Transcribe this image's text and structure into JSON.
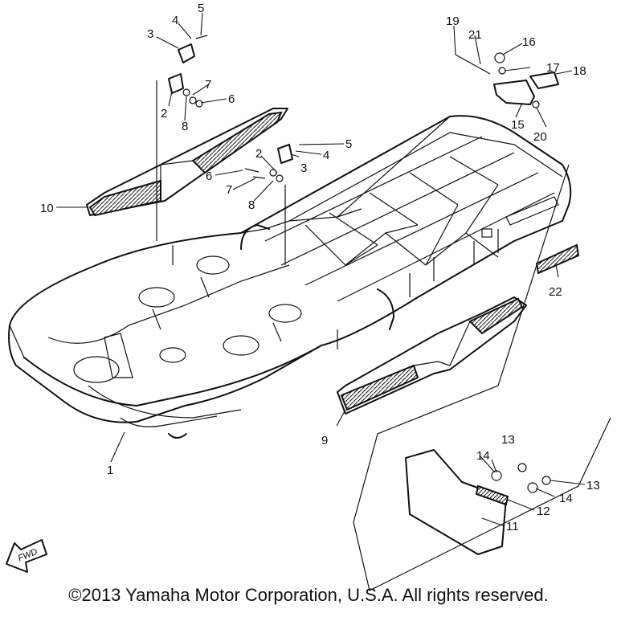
{
  "callouts": [
    {
      "id": "1",
      "label": "1"
    },
    {
      "id": "2a",
      "label": "2"
    },
    {
      "id": "3a",
      "label": "3"
    },
    {
      "id": "4a",
      "label": "4"
    },
    {
      "id": "5a",
      "label": "5"
    },
    {
      "id": "6a",
      "label": "6"
    },
    {
      "id": "7a",
      "label": "7"
    },
    {
      "id": "8a",
      "label": "8"
    },
    {
      "id": "2b",
      "label": "2"
    },
    {
      "id": "3b",
      "label": "3"
    },
    {
      "id": "4b",
      "label": "4"
    },
    {
      "id": "5b",
      "label": "5"
    },
    {
      "id": "6b",
      "label": "6"
    },
    {
      "id": "7b",
      "label": "7"
    },
    {
      "id": "8b",
      "label": "8"
    },
    {
      "id": "9",
      "label": "9"
    },
    {
      "id": "10",
      "label": "10"
    },
    {
      "id": "11",
      "label": "11"
    },
    {
      "id": "12",
      "label": "12"
    },
    {
      "id": "13a",
      "label": "13"
    },
    {
      "id": "13b",
      "label": "13"
    },
    {
      "id": "14a",
      "label": "14"
    },
    {
      "id": "14b",
      "label": "14"
    },
    {
      "id": "15",
      "label": "15"
    },
    {
      "id": "16",
      "label": "16"
    },
    {
      "id": "17",
      "label": "17"
    },
    {
      "id": "18",
      "label": "18"
    },
    {
      "id": "19",
      "label": "19"
    },
    {
      "id": "20",
      "label": "20"
    },
    {
      "id": "21",
      "label": "21"
    },
    {
      "id": "22",
      "label": "22"
    }
  ],
  "fwd_label": "FWD",
  "copyright": "©2013 Yamaha Motor Corporation, U.S.A. All rights reserved."
}
